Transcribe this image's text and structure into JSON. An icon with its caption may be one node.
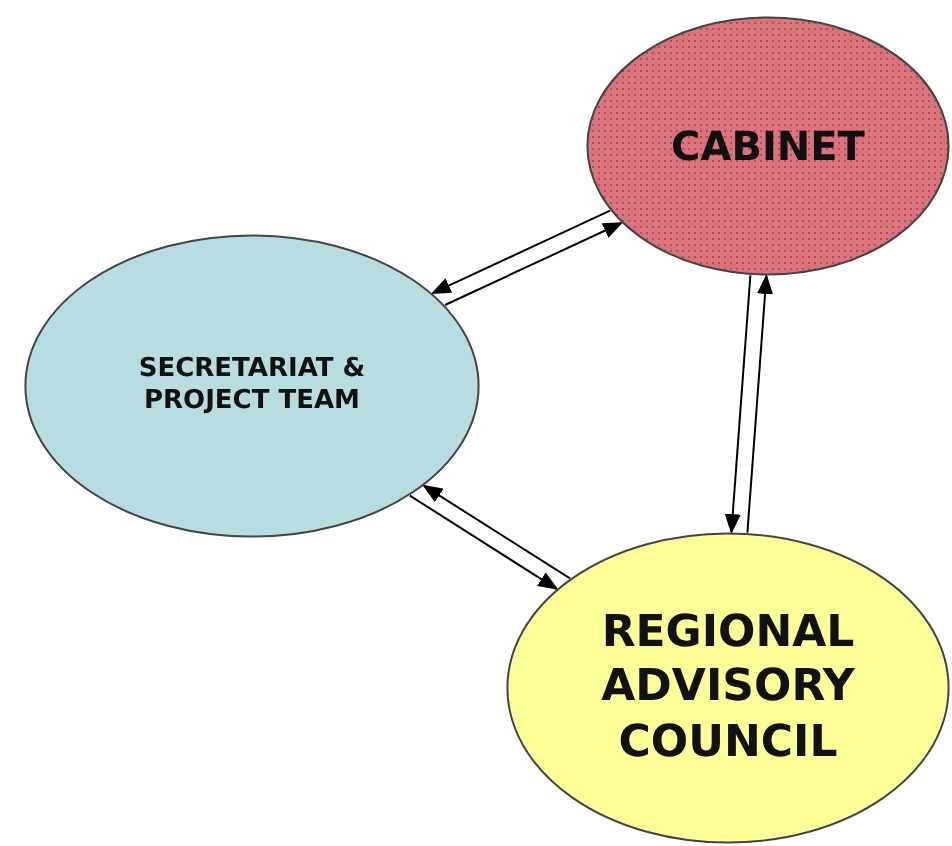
{
  "diagram": {
    "nodes": [
      {
        "text": [
          "CABINET"
        ]
      },
      {
        "text": [
          "SECRETARIAT & PROJECT TEAM"
        ]
      },
      {
        "text": [
          "REGIONAL ADVISORY COUNCIL"
        ]
      }
    ],
    "edges": [
      {
        "from": 1,
        "to": 0,
        "arrow": "to"
      },
      {
        "from": 0,
        "to": 1,
        "arrow": "to"
      },
      {
        "from": 2,
        "to": 0,
        "arrow": "to"
      },
      {
        "from": 0,
        "to": 2,
        "arrow": "to"
      },
      {
        "from": 2,
        "to": 1,
        "arrow": "to"
      },
      {
        "from": 1,
        "to": 2,
        "arrow": "to"
      }
    ]
  }
}
